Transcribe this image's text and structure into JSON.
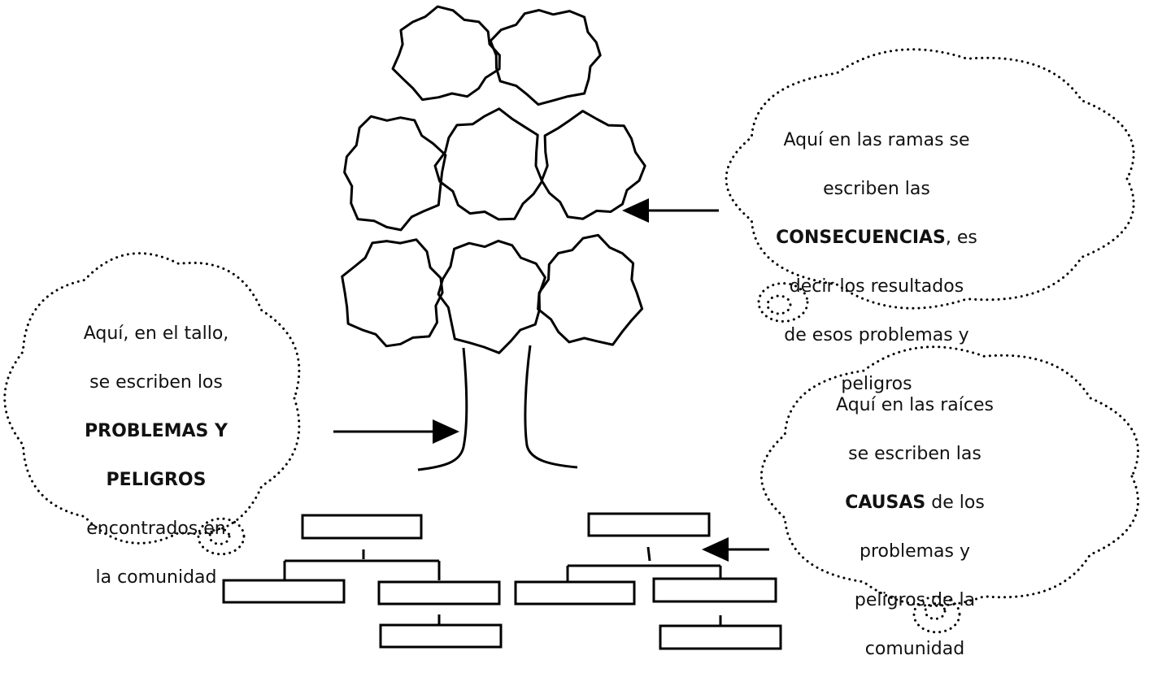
{
  "callouts": {
    "consequences": {
      "line1": "Aquí en las ramas se",
      "line2": "escriben las",
      "bold": "CONSECUENCIAS",
      "line3_tail": ", es",
      "line4": "decir los resultados",
      "line5": "de esos problemas y",
      "line6": "peligros"
    },
    "problems": {
      "line1": "Aquí, en el tallo,",
      "line2": "se  escriben los",
      "bold1": "PROBLEMAS  Y",
      "bold2": "PELIGROS",
      "line3": "encontrados en",
      "line4": "la comunidad"
    },
    "causes": {
      "line1": "Aquí  en las raíces",
      "line2": "se escriben las",
      "bold": "CAUSAS",
      "line3_tail": " de los",
      "line4": "problemas y",
      "line5": "peligros de la",
      "line6": "comunidad"
    }
  }
}
